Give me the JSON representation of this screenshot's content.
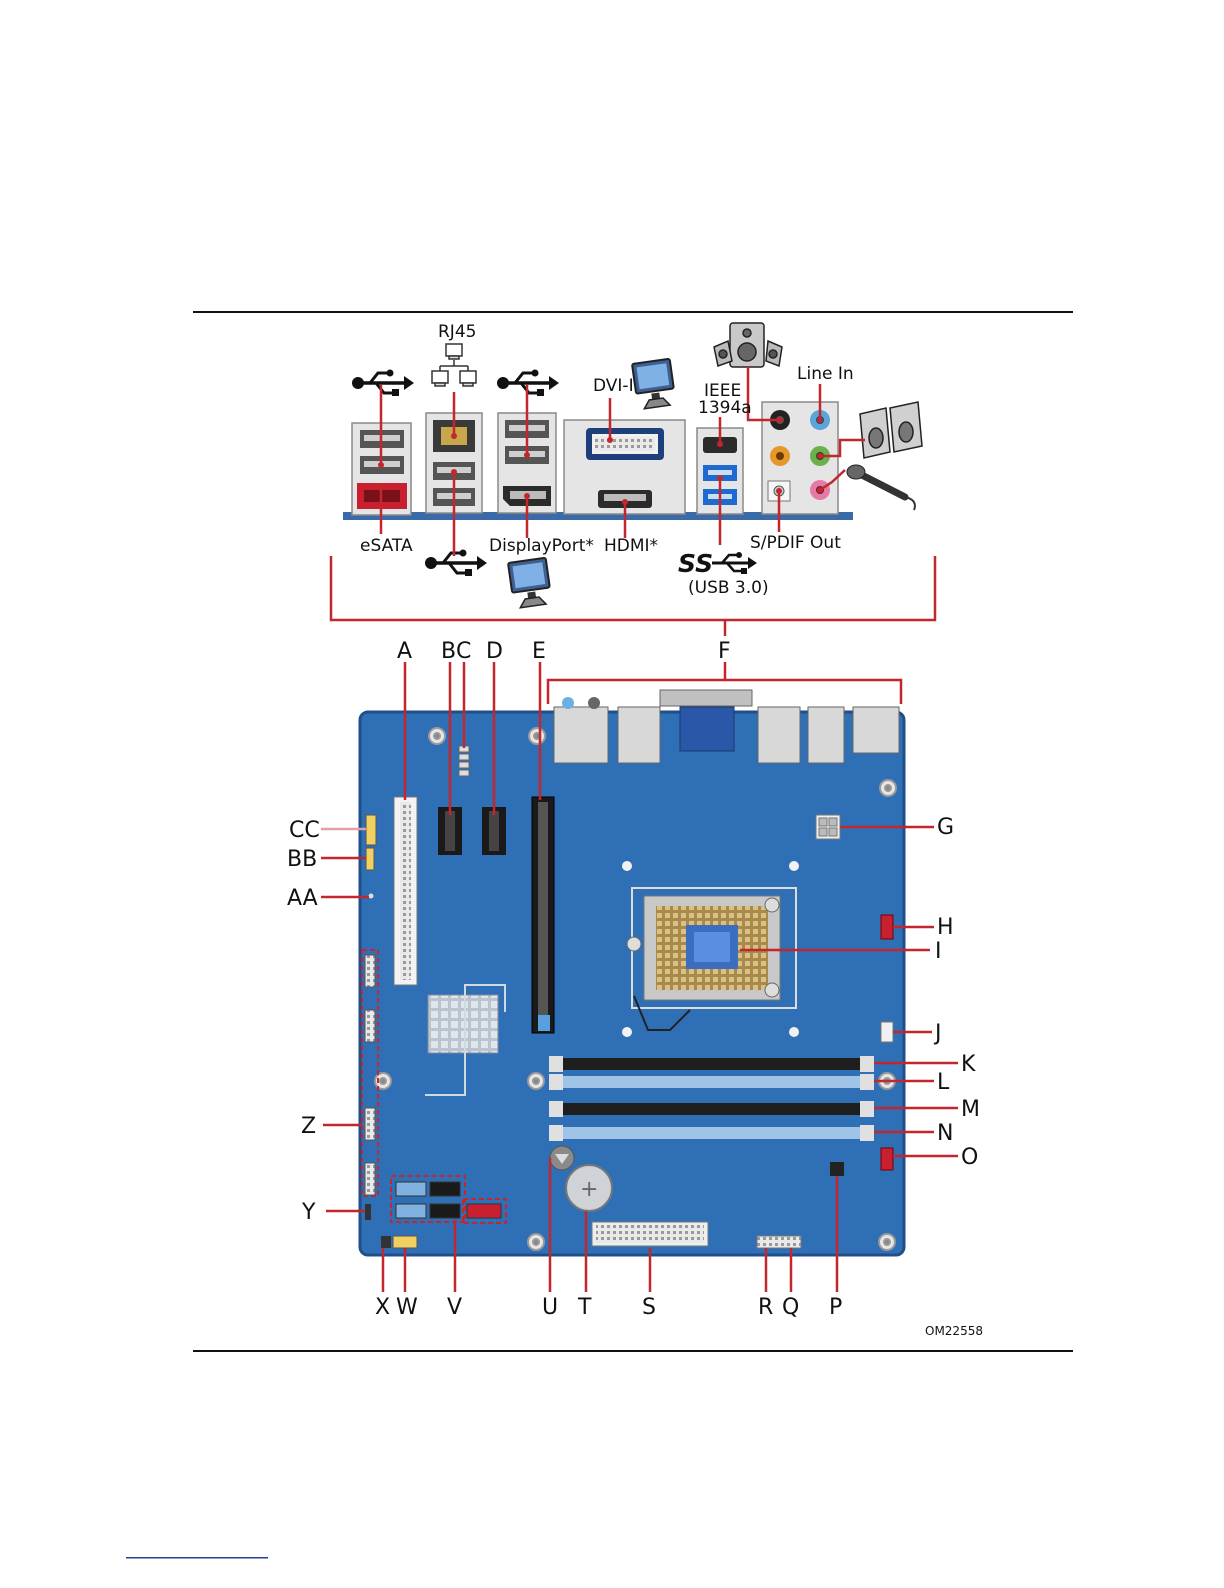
{
  "back_panel_labels": {
    "rj45": "RJ45",
    "dvi": "DVI-I",
    "ieee_1": "IEEE",
    "ieee_2": "1394a",
    "line_in": "Line In",
    "esata": "eSATA",
    "displayport": "DisplayPort*",
    "hdmi": "HDMI*",
    "spdif": "S/PDIF Out",
    "usb3_logo": "SS",
    "usb3": "(USB 3.0)"
  },
  "board_callouts": {
    "top": [
      "A",
      "B",
      "C",
      "D",
      "E",
      "F"
    ],
    "right": [
      "G",
      "H",
      "I",
      "J",
      "K",
      "L",
      "M",
      "N",
      "O"
    ],
    "bottom": [
      "P",
      "Q",
      "R",
      "S",
      "T",
      "U",
      "V",
      "W",
      "X"
    ],
    "left": [
      "Y",
      "Z",
      "AA",
      "BB",
      "CC"
    ]
  },
  "figure_id": "OM22558",
  "colors": {
    "callout": "#c1272d",
    "board": "#2f6fb6",
    "board_edge": "#1f4f8a",
    "panel": "#3a6aa8"
  }
}
